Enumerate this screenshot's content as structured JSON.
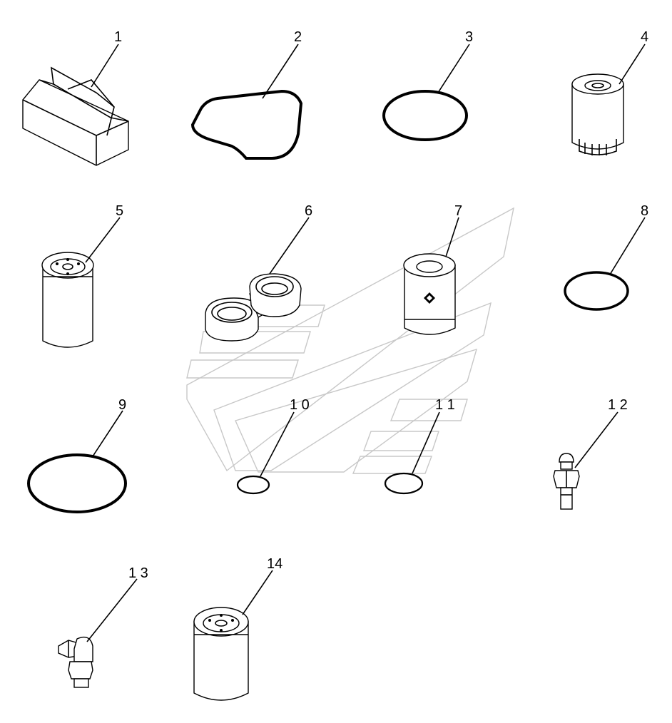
{
  "diagram": {
    "callouts": [
      "1",
      "2",
      "3",
      "4",
      "5",
      "6",
      "7",
      "8",
      "9",
      "1 0",
      "1 1",
      "1 2",
      "1 3",
      "14"
    ]
  },
  "parts": [
    {
      "label": "1"
    },
    {
      "label": "2"
    },
    {
      "label": "3"
    },
    {
      "label": "4"
    },
    {
      "label": "5"
    },
    {
      "label": "6"
    },
    {
      "label": "7"
    },
    {
      "label": "8"
    },
    {
      "label": "9"
    },
    {
      "label": "1 0"
    },
    {
      "label": "1 1"
    },
    {
      "label": "1 2"
    },
    {
      "label": "1 3"
    },
    {
      "label": "14"
    }
  ],
  "colors": {
    "line": "#000000",
    "watermark": "#c8c8c8",
    "background": "#ffffff"
  }
}
